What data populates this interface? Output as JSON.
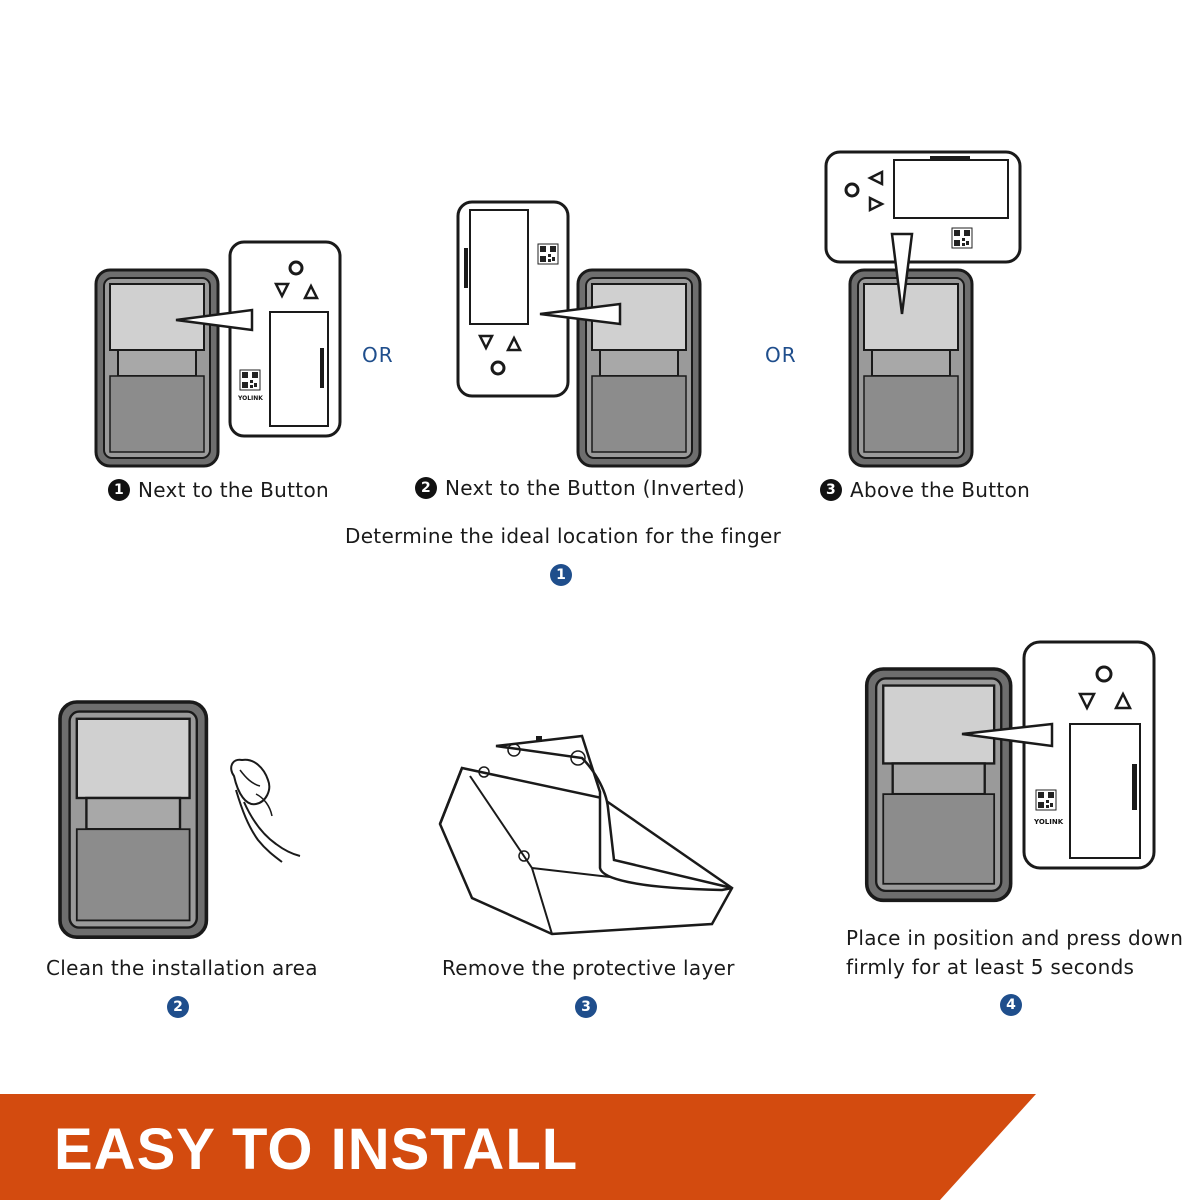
{
  "options": [
    {
      "num": "1",
      "label": "Next to the Button"
    },
    {
      "num": "2",
      "label": "Next to the Button (Inverted)"
    },
    {
      "num": "3",
      "label": "Above the Button"
    }
  ],
  "or_label": "OR",
  "device": {
    "brand": "YOLINK",
    "buttons": {
      "set": "SET",
      "down": "DOWN",
      "up": "UP"
    }
  },
  "step1": {
    "title": "Determine the ideal location for the finger",
    "num": "1"
  },
  "steps": [
    {
      "num": "2",
      "text": "Clean the installation area"
    },
    {
      "num": "3",
      "text": "Remove the protective layer"
    },
    {
      "num": "4",
      "line1": "Place in position and press down",
      "line2": "firmly for at least 5 seconds"
    }
  ],
  "banner": {
    "title": "EASY TO INSTALL",
    "color": "#d34b0f"
  }
}
